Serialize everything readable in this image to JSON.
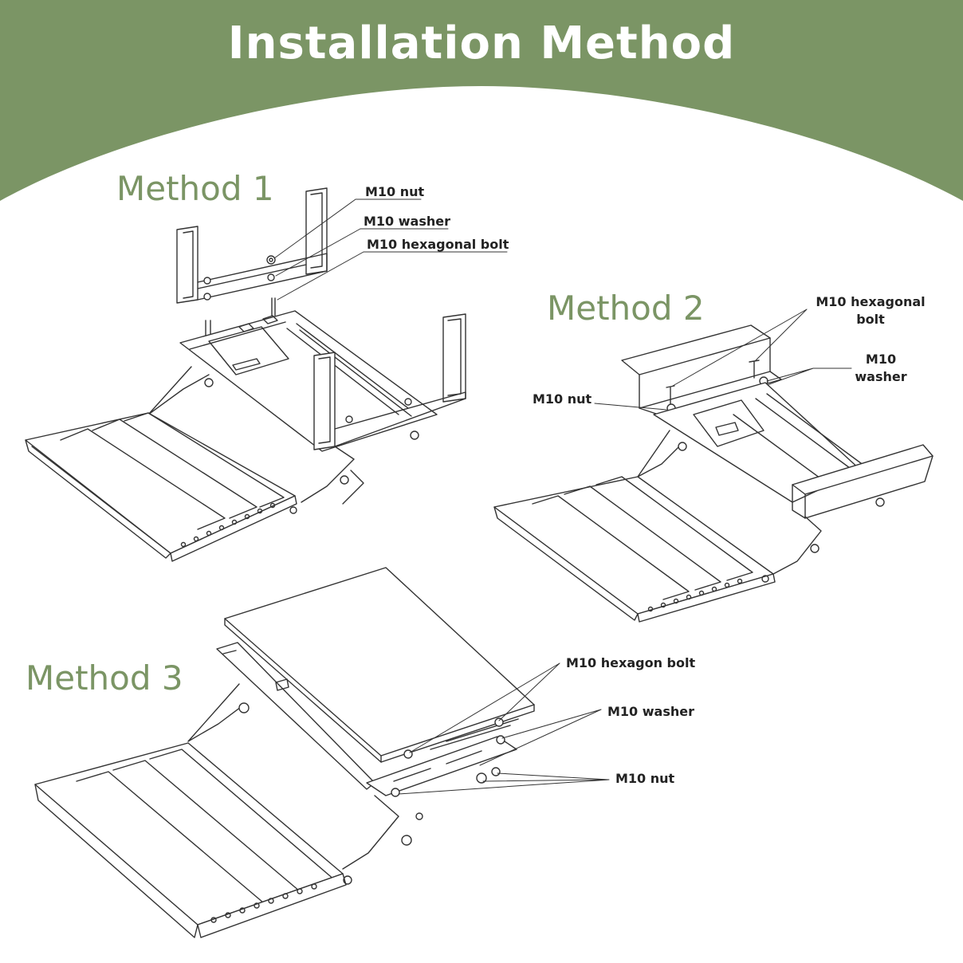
{
  "page": {
    "title": "Installation Method",
    "banner_color": "#7b9565"
  },
  "methods": [
    {
      "title": "Method 1",
      "labels": [
        "M10 nut",
        "M10 washer",
        "M10 hexagonal bolt"
      ]
    },
    {
      "title": "Method 2",
      "labels": [
        "M10 hexagonal bolt",
        "M10 washer",
        "M10 nut"
      ]
    },
    {
      "title": "Method 3",
      "labels": [
        "M10 hexagon bolt",
        "M10 washer",
        "M10 nut"
      ]
    }
  ]
}
